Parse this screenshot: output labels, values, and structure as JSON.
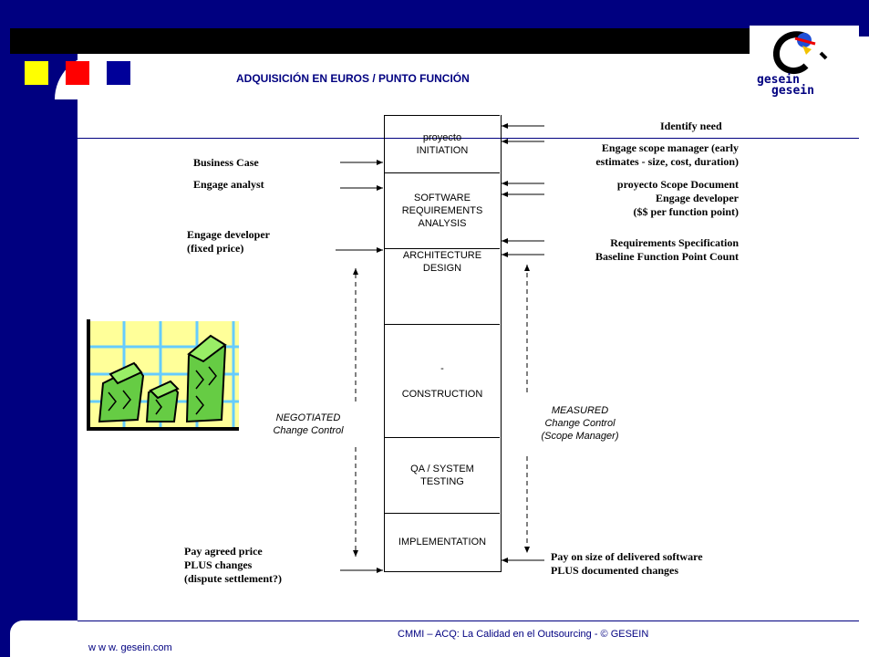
{
  "header": {
    "title": "ADQUISICIÓN EN EUROS / PUNTO FUNCIÓN"
  },
  "logo": {
    "text_top": "gesein",
    "text_bottom": "gesein"
  },
  "phases": [
    {
      "label": "proyecto\nINITIATION"
    },
    {
      "label": "SOFTWARE\nREQUIREMENTS\nANALYSIS"
    },
    {
      "label": "ARCHITECTURE\nDESIGN"
    },
    {
      "label": "-\n\nCONSTRUCTION"
    },
    {
      "label": "QA / SYSTEM\nTESTING"
    },
    {
      "label": "IMPLEMENTATION"
    }
  ],
  "left_labels": {
    "business_case": "Business Case",
    "engage_analyst": "Engage analyst",
    "engage_developer": "Engage developer\n(fixed price)",
    "negotiated": "NEGOTIATED\nChange Control",
    "pay_agreed": "Pay agreed price\nPLUS changes\n(dispute settlement?)"
  },
  "right_labels": {
    "identify_need": "Identify need",
    "engage_scope": "Engage scope manager (early\nestimates - size, cost, duration)",
    "scope_doc": "proyecto Scope Document\nEngage developer\n($$ per function point)",
    "req_spec": "Requirements Specification\nBaseline Function Point Count",
    "measured": "MEASURED\nChange Control\n(Scope Manager)",
    "pay_size": "Pay on size of delivered software\nPLUS documented changes"
  },
  "footer": {
    "center": "CMMI – ACQ: La Calidad en el Outsourcing - © GESEIN",
    "left": "w w w. gesein.com"
  },
  "colors": {
    "navy": "#000080",
    "yellow": "#ffff00",
    "red": "#ff0000",
    "blue": "#000099",
    "title_blue": "#000080"
  }
}
